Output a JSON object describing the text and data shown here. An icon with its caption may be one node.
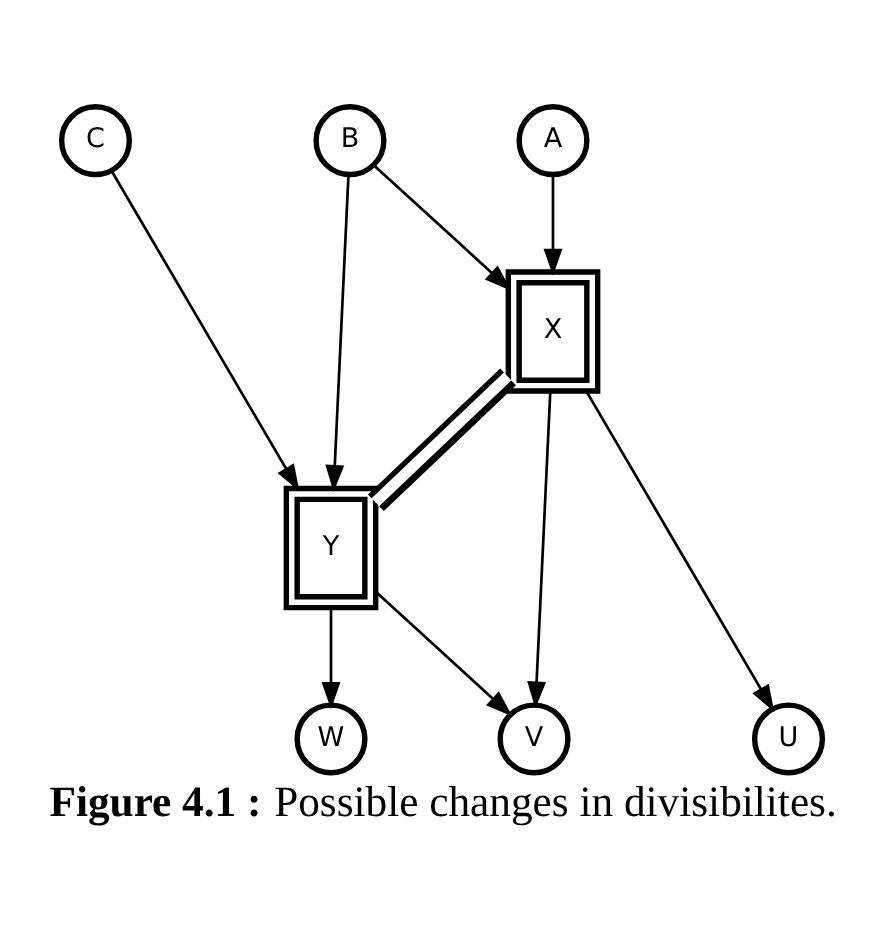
{
  "diagram": {
    "caption": "**Figure 4.1 :** Possible changes in divisibilites.",
    "nodes": [
      {
        "text": [
          "A"
        ]
      },
      {
        "text": [
          "B"
        ]
      },
      {
        "text": [
          "C"
        ]
      },
      {
        "text": [
          "X"
        ]
      },
      {
        "text": [
          "Y"
        ]
      },
      {
        "text": [
          "U"
        ]
      },
      {
        "text": [
          "V"
        ]
      },
      {
        "text": [
          "W"
        ]
      }
    ],
    "edges": [
      {
        "from": 0,
        "to": 3,
        "arrow": "to"
      },
      {
        "from": 1,
        "to": 3,
        "arrow": "to"
      },
      {
        "from": 1,
        "to": 4,
        "arrow": "to"
      },
      {
        "from": 2,
        "to": 4,
        "arrow": "to"
      },
      {
        "from": 3,
        "to": 4,
        "arrow": "none",
        "style": "thick"
      },
      {
        "from": 3,
        "to": 5,
        "arrow": "to"
      },
      {
        "from": 3,
        "to": 6,
        "arrow": "to"
      },
      {
        "from": 4,
        "to": 6,
        "arrow": "to"
      },
      {
        "from": 4,
        "to": 7,
        "arrow": "to"
      }
    ]
  }
}
